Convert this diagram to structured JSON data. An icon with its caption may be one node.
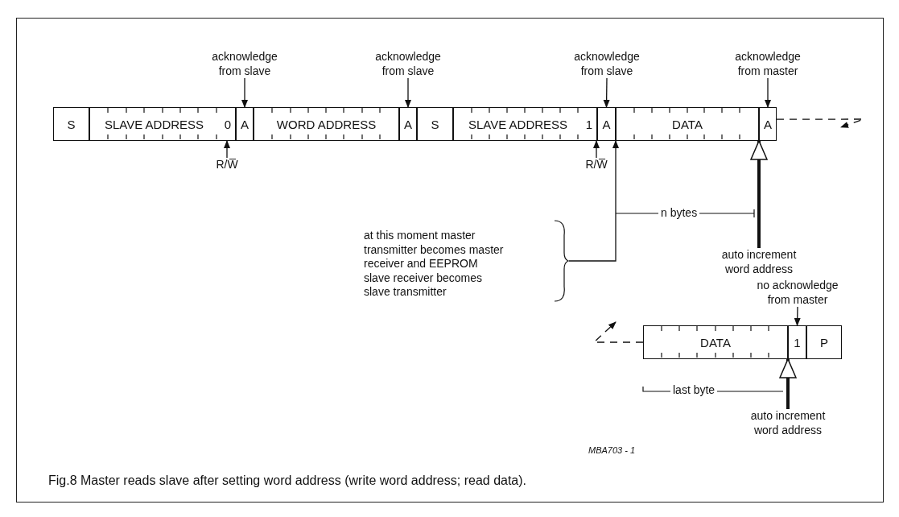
{
  "diagram": {
    "caption": "Fig.8 Master reads slave after setting word address (write word address; read data).",
    "nodes": [
      {
        "text": [
          "S"
        ]
      },
      {
        "text": [
          "SLAVE ADDRESS",
          "0"
        ]
      },
      {
        "text": [
          "A"
        ]
      },
      {
        "text": [
          "WORD ADDRESS"
        ]
      },
      {
        "text": [
          "A"
        ]
      },
      {
        "text": [
          "S"
        ]
      },
      {
        "text": [
          "SLAVE ADDRESS",
          "1"
        ]
      },
      {
        "text": [
          "A"
        ]
      },
      {
        "text": [
          "DATA"
        ]
      },
      {
        "text": [
          "A"
        ]
      },
      {
        "text": [
          "DATA"
        ]
      },
      {
        "text": [
          "1"
        ]
      },
      {
        "text": [
          "P"
        ]
      },
      {
        "text": [
          "acknowledge from slave"
        ]
      },
      {
        "text": [
          "acknowledge from slave"
        ]
      },
      {
        "text": [
          "acknowledge from slave"
        ]
      },
      {
        "text": [
          "acknowledge from master"
        ]
      },
      {
        "text": [
          "R/W̅"
        ]
      },
      {
        "text": [
          "R/W̅"
        ]
      },
      {
        "text": [
          "at this moment master transmitter becomes master receiver and EEPROM slave receiver becomes slave transmitter"
        ]
      },
      {
        "text": [
          "auto increment word address"
        ]
      },
      {
        "text": [
          "no acknowledge from master"
        ]
      },
      {
        "text": [
          "auto increment word address"
        ]
      }
    ],
    "edges": [
      {
        "from": 13,
        "to": 2,
        "arrow": "to"
      },
      {
        "from": 14,
        "to": 4,
        "arrow": "to"
      },
      {
        "from": 15,
        "to": 7,
        "arrow": "to"
      },
      {
        "from": 16,
        "to": 9,
        "arrow": "to"
      },
      {
        "from": 17,
        "to": 1,
        "arrow": "to"
      },
      {
        "from": 18,
        "to": 6,
        "arrow": "to"
      },
      {
        "from": 19,
        "to": 8,
        "arrow": "to"
      },
      {
        "from": 20,
        "to": 9,
        "arrow": "to",
        "style": "thick"
      },
      {
        "from": 21,
        "to": 11,
        "arrow": "to"
      },
      {
        "from": 22,
        "to": 11,
        "arrow": "to",
        "style": "thick"
      },
      {
        "from": 9,
        "to": null,
        "arrow": "to",
        "style": "dashed"
      },
      {
        "from": 10,
        "to": null,
        "arrow": "to",
        "style": "dashed"
      }
    ],
    "labels": [
      "n bytes",
      "last byte",
      "MBA703 - 1"
    ]
  }
}
